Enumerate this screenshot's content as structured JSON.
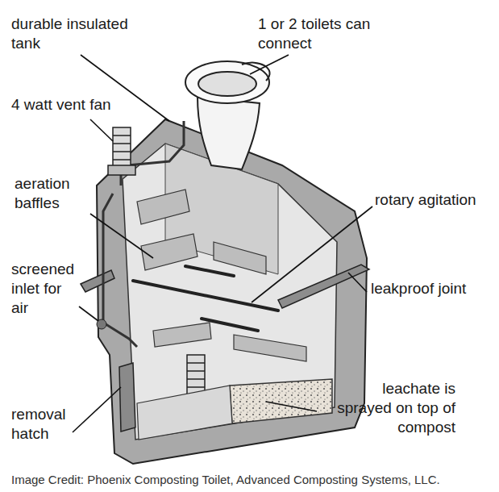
{
  "diagram": {
    "caption": "Image Credit: Phoenix Composting Toilet, Advanced Composting Systems, LLC.",
    "labels": [
      "durable insulated tank",
      "1 or 2 toilets can connect",
      "4 watt vent fan",
      "aeration baffles",
      "rotary agitation",
      "screened inlet for air",
      "leakproof joint",
      "removal hatch",
      "leachate is sprayed on top of compost"
    ]
  }
}
